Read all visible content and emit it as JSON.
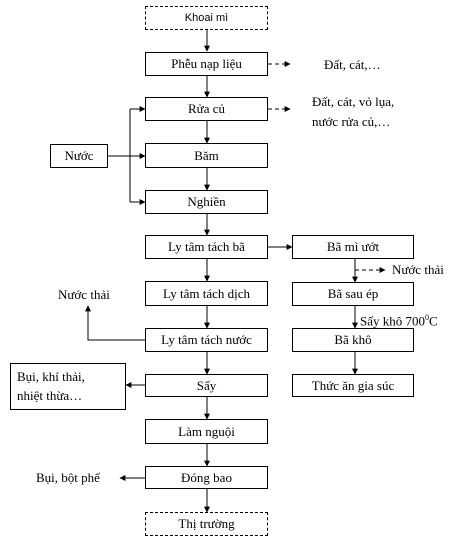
{
  "process": {
    "input": "Khoai mì",
    "step1": "Phễu nạp liệu",
    "step2": "Rửa củ",
    "step3": "Băm",
    "step4": "Nghiền",
    "step5": "Ly tâm tách bã",
    "step6": "Ly tâm tách dịch",
    "step7": "Ly tâm tách nước",
    "step8": "Sấy",
    "step9": "Làm nguội",
    "step10": "Đóng bao",
    "output": "Thị trường"
  },
  "side_inputs": {
    "water": "Nước"
  },
  "waste": {
    "hopper_waste": "Đất, cát,…",
    "wash_waste_line1": "Đất, cát, vỏ lụa,",
    "wash_waste_line2": "nước rửa củ,…",
    "wastewater_left": "Nước thải",
    "dryer_waste_line1": "Bụi, khí thải,",
    "dryer_waste_line2": "nhiệt thừa…",
    "bagging_waste": "Bụi, bột phế",
    "pulp_wastewater": "Nước thải"
  },
  "byproduct": {
    "wet_pulp": "Bã mì ướt",
    "pressed_pulp": "Bã sau ép",
    "dry_label_prefix": "Sấy khô 700",
    "dry_label_sup": "0",
    "dry_label_suffix": "C",
    "dry_pulp": "Bã khô",
    "feed": "Thức ăn gia súc"
  }
}
